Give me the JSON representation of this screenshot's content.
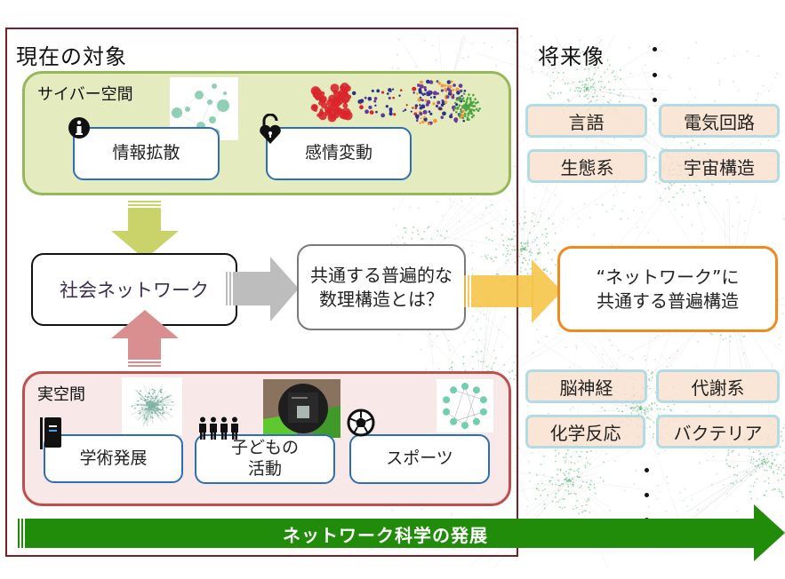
{
  "current": {
    "title": "現在の対象",
    "cyber_space": {
      "label": "サイバー空間",
      "items": [
        {
          "label": "情報拡散",
          "icon": "info-icon"
        },
        {
          "label": "感情変動",
          "icon": "heart-lock-icon"
        }
      ]
    },
    "social_network": {
      "label": "社会ネットワーク"
    },
    "question": {
      "line1": "共通する普遍的な",
      "line2": "数理構造とは？"
    },
    "real_space": {
      "label": "実空間",
      "items": [
        {
          "label": "学術発展",
          "icon": "book-icon"
        },
        {
          "line1": "子どもの",
          "line2": "活動",
          "icon": "people-icon"
        },
        {
          "label": "スポーツ",
          "icon": "soccer-ball-icon"
        }
      ]
    }
  },
  "future": {
    "title": "将来像",
    "goal": {
      "line1": "“ネットワーク”に",
      "line2": "共通する普遍構造"
    },
    "upper_tags": [
      "言語",
      "電気回路",
      "生態系",
      "宇宙構造"
    ],
    "lower_tags": [
      "脳神経",
      "代謝系",
      "化学反応",
      "バクテリア"
    ]
  },
  "timeline": {
    "label": "ネットワーク科学の発展"
  },
  "colors": {
    "frame": "#7a1f24",
    "cyber_fill": "#e4ebbf",
    "cyber_border": "#97b85a",
    "real_fill": "#f8e8e8",
    "real_border": "#bf4f4f",
    "node_border": "#2c6fb7",
    "goal_border": "#f08a1c",
    "tag_fill": "#f9e1cd",
    "tag_border": "#b3dbe6",
    "timeline_arrow": "#218c0a",
    "down_arrow": "#c9d36a",
    "up_arrow": "#d98f8f",
    "gray_arrow": "#bdbdbd",
    "yellow_arrow": "#f6c23e"
  }
}
